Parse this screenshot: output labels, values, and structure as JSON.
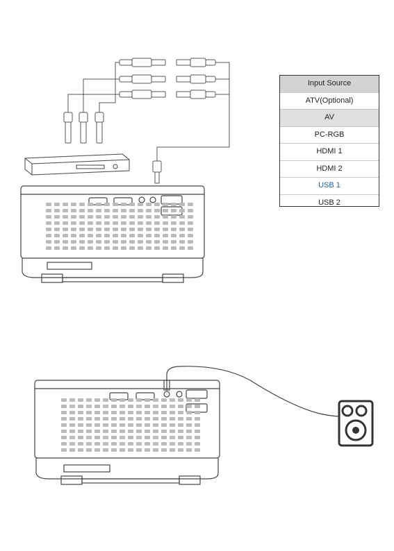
{
  "input_source_menu": {
    "title": "Input Source",
    "items": [
      {
        "label": "ATV(Optional)",
        "state": "normal"
      },
      {
        "label": "AV",
        "state": "selected"
      },
      {
        "label": "PC-RGB",
        "state": "normal"
      },
      {
        "label": "HDMI 1",
        "state": "normal"
      },
      {
        "label": "HDMI 2",
        "state": "normal"
      },
      {
        "label": "USB 1",
        "state": "highlight"
      },
      {
        "label": "USB 2",
        "state": "normal"
      }
    ]
  },
  "colors": {
    "line": "#444444",
    "menu_header_bg": "#d3d3d3",
    "menu_selected_bg": "#e0e0e0",
    "usb1_text": "#1f5fa8"
  },
  "icons": [
    "rca-cable-icon",
    "dvd-player-icon",
    "projector-icon",
    "speaker-icon",
    "audio-cable-icon"
  ]
}
